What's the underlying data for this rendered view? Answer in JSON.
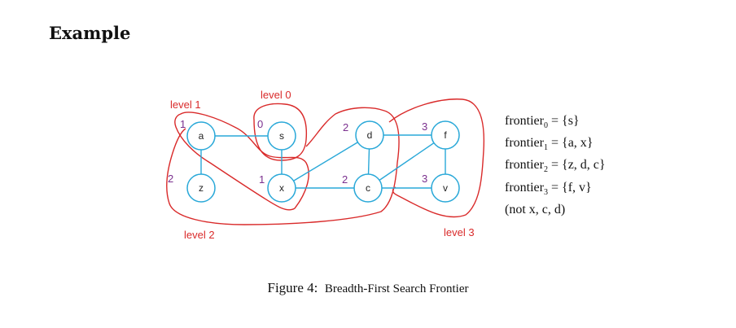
{
  "heading": "Example",
  "nodes": [
    {
      "id": "a",
      "label": "a",
      "dist": "1"
    },
    {
      "id": "s",
      "label": "s",
      "dist": "0"
    },
    {
      "id": "d",
      "label": "d",
      "dist": "2"
    },
    {
      "id": "f",
      "label": "f",
      "dist": "3"
    },
    {
      "id": "z",
      "label": "z",
      "dist": "2"
    },
    {
      "id": "x",
      "label": "x",
      "dist": "1"
    },
    {
      "id": "c",
      "label": "c",
      "dist": "2"
    },
    {
      "id": "v",
      "label": "v",
      "dist": "3"
    }
  ],
  "edges": [
    [
      "a",
      "s"
    ],
    [
      "a",
      "z"
    ],
    [
      "s",
      "x"
    ],
    [
      "x",
      "d"
    ],
    [
      "x",
      "c"
    ],
    [
      "d",
      "c"
    ],
    [
      "d",
      "f"
    ],
    [
      "c",
      "f"
    ],
    [
      "c",
      "v"
    ],
    [
      "f",
      "v"
    ]
  ],
  "levels": [
    "level 0",
    "level 1",
    "level 2",
    "level 3"
  ],
  "frontier": [
    {
      "name": "frontier",
      "index": "0",
      "value": "= {s}"
    },
    {
      "name": "frontier",
      "index": "1",
      "value": "= {a, x}"
    },
    {
      "name": "frontier",
      "index": "2",
      "value": "= {z, d, c}"
    },
    {
      "name": "frontier",
      "index": "3",
      "value": "= {f, v}"
    }
  ],
  "note": "(not x, c, d)",
  "caption": {
    "label": "Figure 4:",
    "text": "Breadth-First Search Frontier"
  },
  "colors": {
    "node": "#29a8d8",
    "level_boundary": "#d92a2a",
    "distance": "#7a2f8e"
  }
}
